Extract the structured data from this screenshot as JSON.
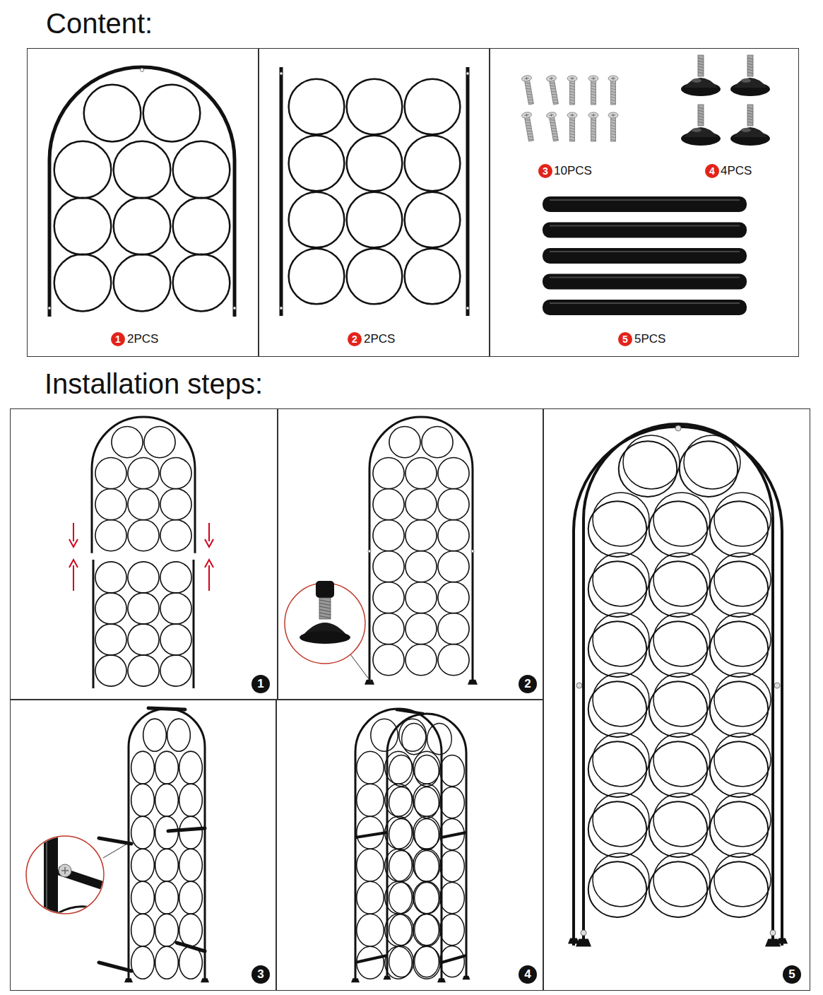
{
  "diagram": {
    "nodes": [
      {
        "text": [
          "1",
          "2PCS"
        ]
      },
      {
        "text": [
          "2",
          "2PCS"
        ]
      },
      {
        "text": [
          "3",
          "10PCS",
          "4",
          "4PCS",
          "5",
          "5PCS"
        ]
      },
      {
        "text": [
          "1"
        ]
      },
      {
        "text": [
          "2"
        ]
      },
      {
        "text": [
          "3"
        ]
      },
      {
        "text": [
          "4"
        ]
      },
      {
        "text": [
          "5"
        ]
      }
    ],
    "labels": [
      "Content:",
      "Installation steps:"
    ]
  }
}
